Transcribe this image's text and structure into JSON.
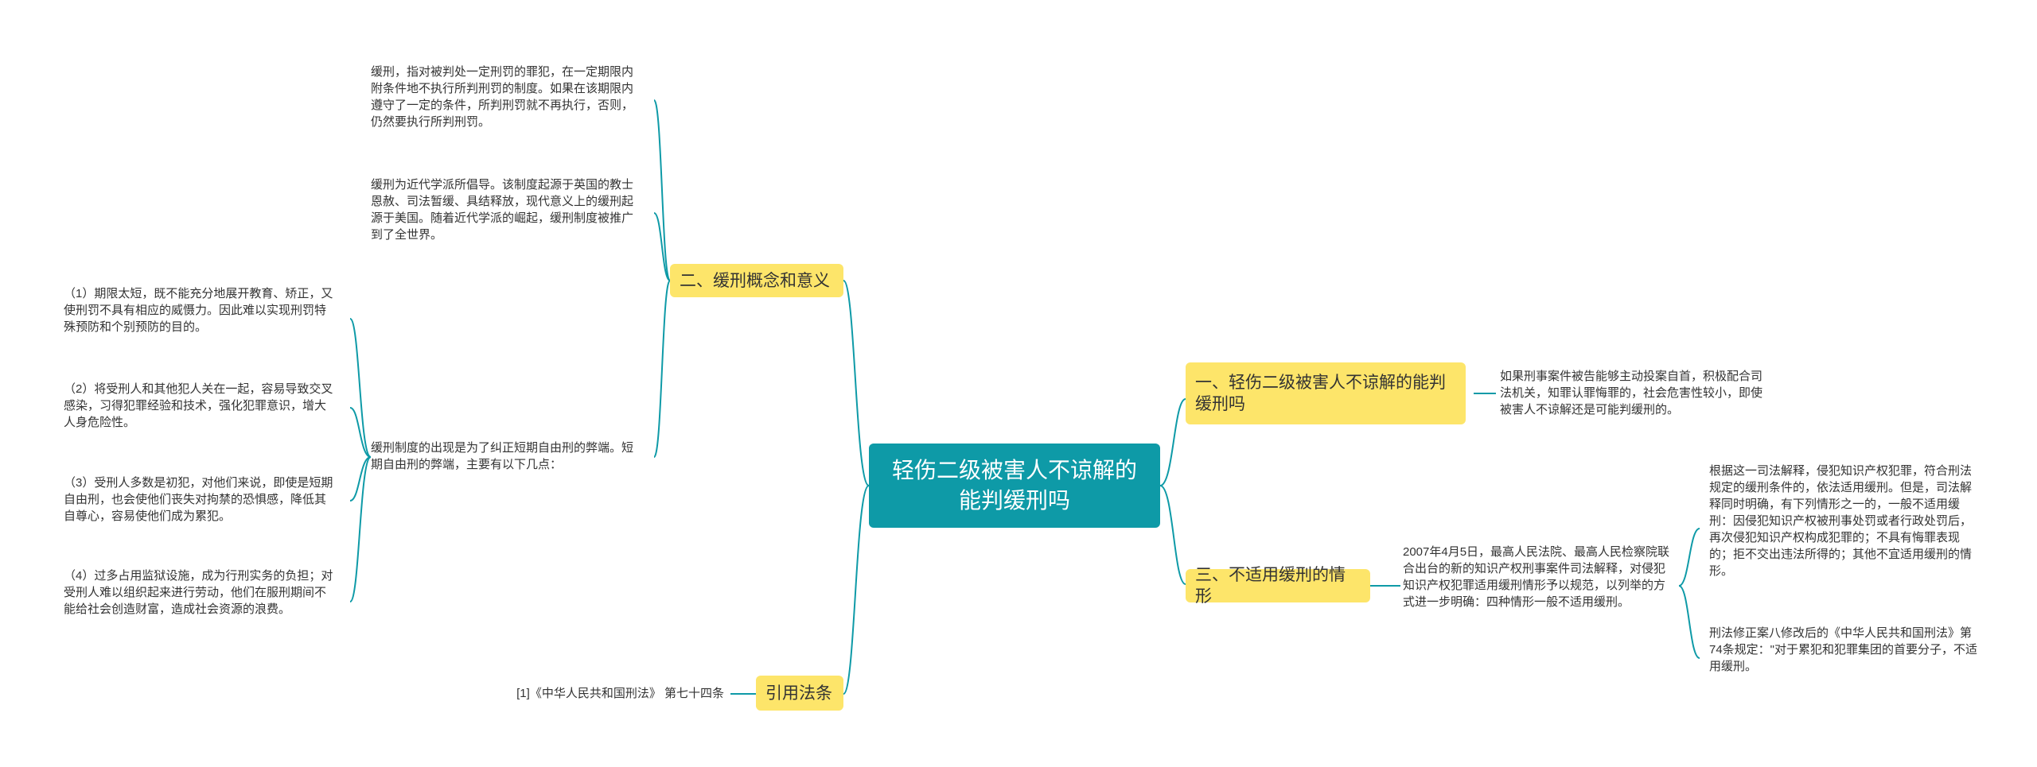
{
  "colors": {
    "root_bg": "#0e9aa7",
    "branch_bg": "#fde56a",
    "line": "#0e9aa7",
    "text": "#333333"
  },
  "root": {
    "title": "轻伤二级被害人不谅解的能判缓刑吗"
  },
  "branches": {
    "b1": {
      "label": "一、轻伤二级被害人不谅解的能判缓刑吗",
      "text": "如果刑事案件被告能够主动投案自首，积极配合司法机关，知罪认罪悔罪的，社会危害性较小，即使被害人不谅解还是可能判缓刑的。"
    },
    "b2": {
      "label": "二、缓刑概念和意义",
      "t1": "缓刑，指对被判处一定刑罚的罪犯，在一定期限内附条件地不执行所判刑罚的制度。如果在该期限内遵守了一定的条件，所判刑罚就不再执行，否则，仍然要执行所判刑罚。",
      "t2": "缓刑为近代学派所倡导。该制度起源于英国的教士恩赦、司法暂缓、具结释放，现代意义上的缓刑起源于美国。随着近代学派的崛起，缓刑制度被推广到了全世界。",
      "t3": "缓刑制度的出现是为了纠正短期自由刑的弊端。短期自由刑的弊端，主要有以下几点：",
      "p1": "（1）期限太短，既不能充分地展开教育、矫正，又使刑罚不具有相应的威慑力。因此难以实现刑罚特殊预防和个别预防的目的。",
      "p2": "（2）将受刑人和其他犯人关在一起，容易导致交叉感染，习得犯罪经验和技术，强化犯罪意识，增大人身危险性。",
      "p3": "（3）受刑人多数是初犯，对他们来说，即使是短期自由刑，也会使他们丧失对拘禁的恐惧感，降低其自尊心，容易使他们成为累犯。",
      "p4": "（4）过多占用监狱设施，成为行刑实务的负担；对受刑人难以组织起来进行劳动，他们在服刑期间不能给社会创造财富，造成社会资源的浪费。"
    },
    "b3": {
      "label": "三、不适用缓刑的情形",
      "text": "2007年4月5日，最高人民法院、最高人民检察院联合出台的新的知识产权刑事案件司法解释，对侵犯知识产权犯罪适用缓刑情形予以规范，以列举的方式进一步明确：四种情形一般不适用缓刑。",
      "s1": "根据这一司法解释，侵犯知识产权犯罪，符合刑法规定的缓刑条件的，依法适用缓刑。但是，司法解释同时明确，有下列情形之一的，一般不适用缓刑：因侵犯知识产权被刑事处罚或者行政处罚后，再次侵犯知识产权构成犯罪的；不具有悔罪表现的；拒不交出违法所得的；其他不宜适用缓刑的情形。",
      "s2": "刑法修正案八修改后的《中华人民共和国刑法》第74条规定：\"对于累犯和犯罪集团的首要分子，不适用缓刑。"
    },
    "b4": {
      "label": "引用法条",
      "text": "[1]《中华人民共和国刑法》 第七十四条"
    }
  }
}
